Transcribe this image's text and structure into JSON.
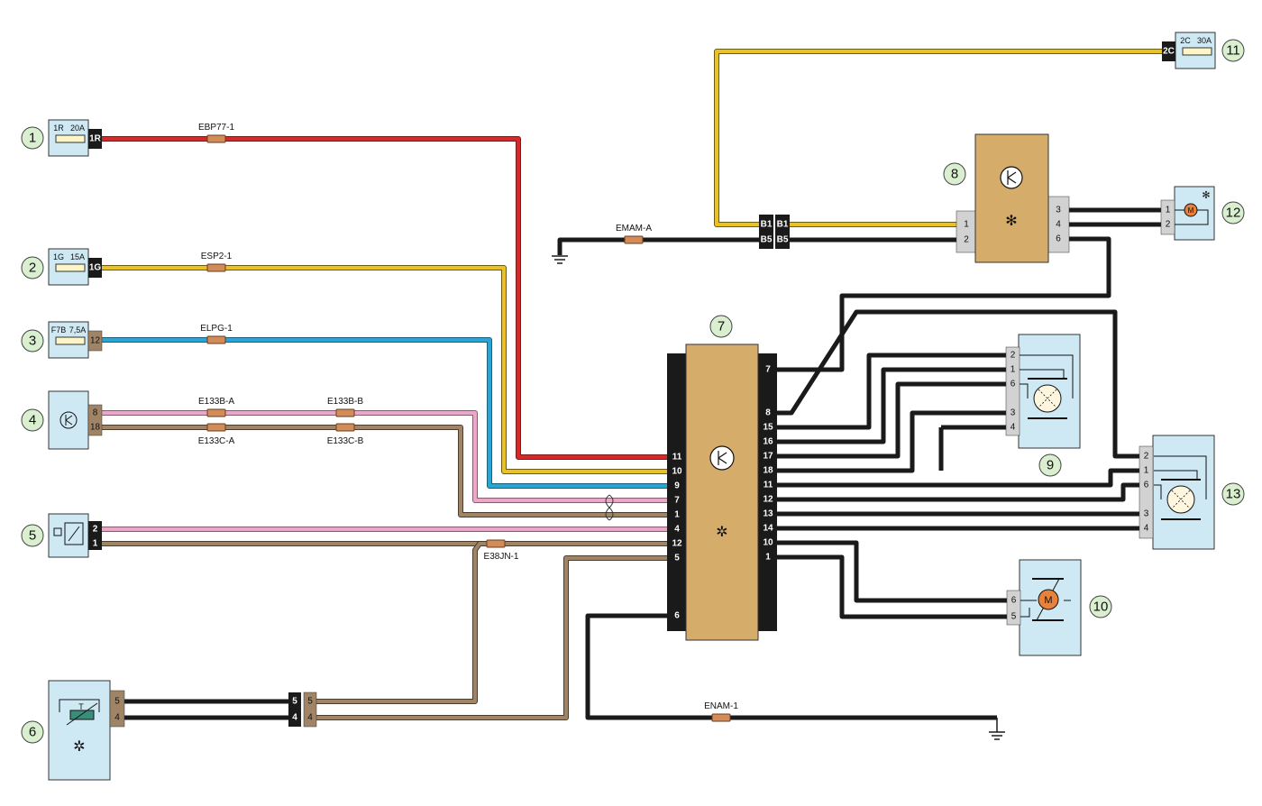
{
  "components": [
    {
      "id": "1",
      "label": "1"
    },
    {
      "id": "2",
      "label": "2"
    },
    {
      "id": "3",
      "label": "3"
    },
    {
      "id": "4",
      "label": "4"
    },
    {
      "id": "5",
      "label": "5"
    },
    {
      "id": "6",
      "label": "6"
    },
    {
      "id": "7",
      "label": "7"
    },
    {
      "id": "8",
      "label": "8"
    },
    {
      "id": "9",
      "label": "9"
    },
    {
      "id": "10",
      "label": "10"
    },
    {
      "id": "11",
      "label": "11"
    },
    {
      "id": "12",
      "label": "12"
    },
    {
      "id": "13",
      "label": "13"
    }
  ],
  "fuses": {
    "f1": {
      "code": "1R",
      "rating": "20A",
      "pin": "1R"
    },
    "f2": {
      "code": "1G",
      "rating": "15A",
      "pin": "1G"
    },
    "f3": {
      "code": "F7B",
      "rating": "7,5A",
      "pin": "12"
    },
    "f11": {
      "code": "2C",
      "rating": "30A",
      "pin": "2C"
    }
  },
  "wire_labels": {
    "ebp77": "EBP77-1",
    "esp2": "ESP2-1",
    "elpg": "ELPG-1",
    "e133b_a": "E133B-A",
    "e133b_b": "E133B-B",
    "e133c_a": "E133C-A",
    "e133c_b": "E133C-B",
    "e38jn": "E38JN-1",
    "emam": "EMAM-A",
    "enam": "ENAM-1"
  },
  "pins": {
    "c4": [
      "8",
      "18"
    ],
    "c5": [
      "2",
      "1"
    ],
    "c6": [
      "5",
      "4"
    ],
    "c6_mid_a": [
      "5",
      "4"
    ],
    "c6_mid_b": [
      "5",
      "4"
    ],
    "c7_left": [
      "11",
      "10",
      "9",
      "7",
      "1",
      "4",
      "12",
      "5",
      "6"
    ],
    "c7_right": [
      "7",
      "8",
      "15",
      "16",
      "17",
      "18",
      "11",
      "12",
      "13",
      "14",
      "10",
      "1"
    ],
    "c8_left": [
      "1",
      "2"
    ],
    "c8_right": [
      "3",
      "4",
      "6"
    ],
    "b_left": [
      "B1",
      "B5"
    ],
    "b_right": [
      "B1",
      "B5"
    ],
    "c9": [
      "2",
      "1",
      "6",
      "3",
      "4"
    ],
    "c10": [
      "6",
      "5"
    ],
    "c12": [
      "1",
      "2"
    ],
    "c13": [
      "2",
      "1",
      "6",
      "3",
      "4"
    ]
  },
  "symbols": {
    "c10_motor": "M",
    "c12_motor": "M",
    "c6_sensor": "T"
  },
  "wire_colors": {
    "red": "#d42a2a",
    "yellow": "#e8c227",
    "blue": "#2aa6d6",
    "pink": "#eba7c8",
    "brown": "#a08466",
    "black": "#1a1a1a",
    "module": "#d6ac6b",
    "component": "#cfe9f4",
    "connector_grey": "#d2d2d2",
    "callout_fill": "#d9efd0"
  }
}
